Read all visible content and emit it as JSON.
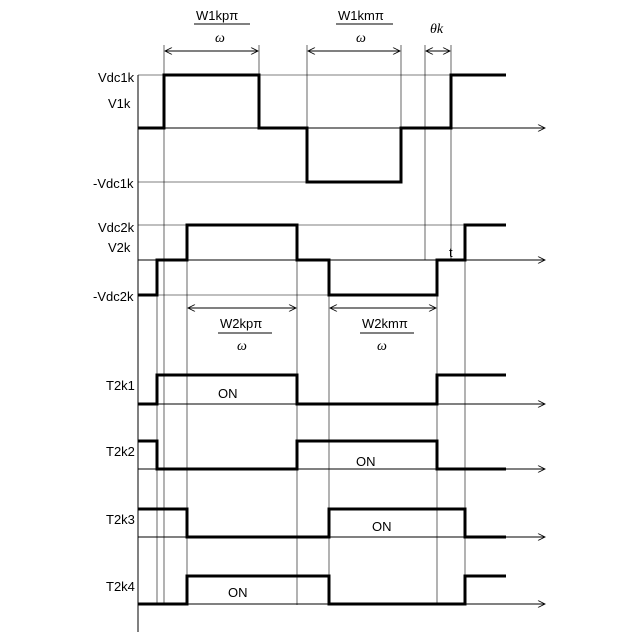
{
  "row1": {
    "label_high": "Vdc1k",
    "label_name": "V1k",
    "label_low": "-Vdc1k"
  },
  "row2": {
    "label_high": "Vdc2k",
    "label_name": "V2k",
    "label_low": "-Vdc2k",
    "axis_label": "t"
  },
  "annotations": {
    "w1kp_num": "W1kpπ",
    "w1kp_den": "ω",
    "w1km_num": "W1kmπ",
    "w1km_den": "ω",
    "theta": "θk",
    "w2kp_num": "W2kpπ",
    "w2kp_den": "ω",
    "w2km_num": "W2kmπ",
    "w2km_den": "ω"
  },
  "switches": [
    {
      "name": "T2k1",
      "on_label": "ON"
    },
    {
      "name": "T2k2",
      "on_label": "ON"
    },
    {
      "name": "T2k3",
      "on_label": "ON"
    },
    {
      "name": "T2k4",
      "on_label": "ON"
    }
  ]
}
